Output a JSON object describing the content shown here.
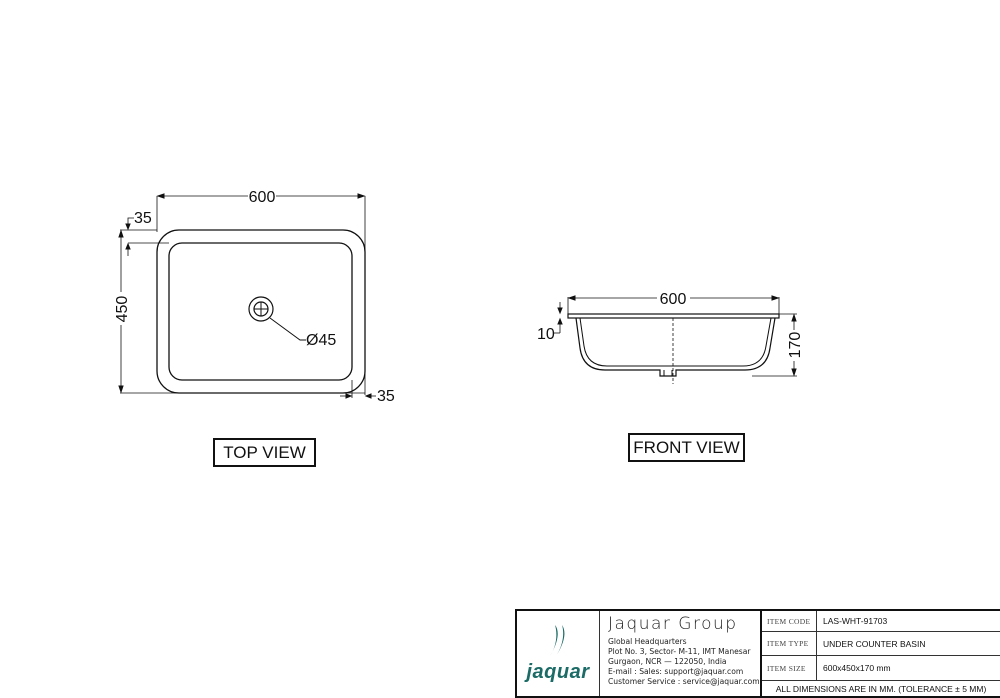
{
  "top_view": {
    "label": "TOP VIEW",
    "dimensions": {
      "width": "600",
      "depth": "450",
      "rim_top": "35",
      "rim_side": "35",
      "drain_diameter": "Ø45"
    }
  },
  "front_view": {
    "label": "FRONT VIEW",
    "dimensions": {
      "width": "600",
      "rim_thickness": "10",
      "height": "170"
    }
  },
  "title_block": {
    "logo_word": "jaquar",
    "company_name": "Jaquar Group",
    "address_lines": [
      "Global Headquarters",
      "Plot No. 3, Sector- M-11, IMT Manesar",
      "Gurgaon, NCR — 122050, India",
      "E-mail : Sales: support@jaquar.com",
      "Customer Service : service@jaquar.com"
    ],
    "rows": [
      {
        "key": "ITEM CODE",
        "value": "LAS-WHT-91703"
      },
      {
        "key": "ITEM TYPE",
        "value": "UNDER COUNTER BASIN"
      },
      {
        "key": "ITEM SIZE",
        "value": "600x450x170 mm"
      }
    ],
    "note": "ALL DIMENSIONS ARE IN MM. (TOLERANCE ± 5 MM)"
  },
  "colors": {
    "line": "#111111",
    "brand_teal": "#1b6b66",
    "background": "#ffffff"
  }
}
